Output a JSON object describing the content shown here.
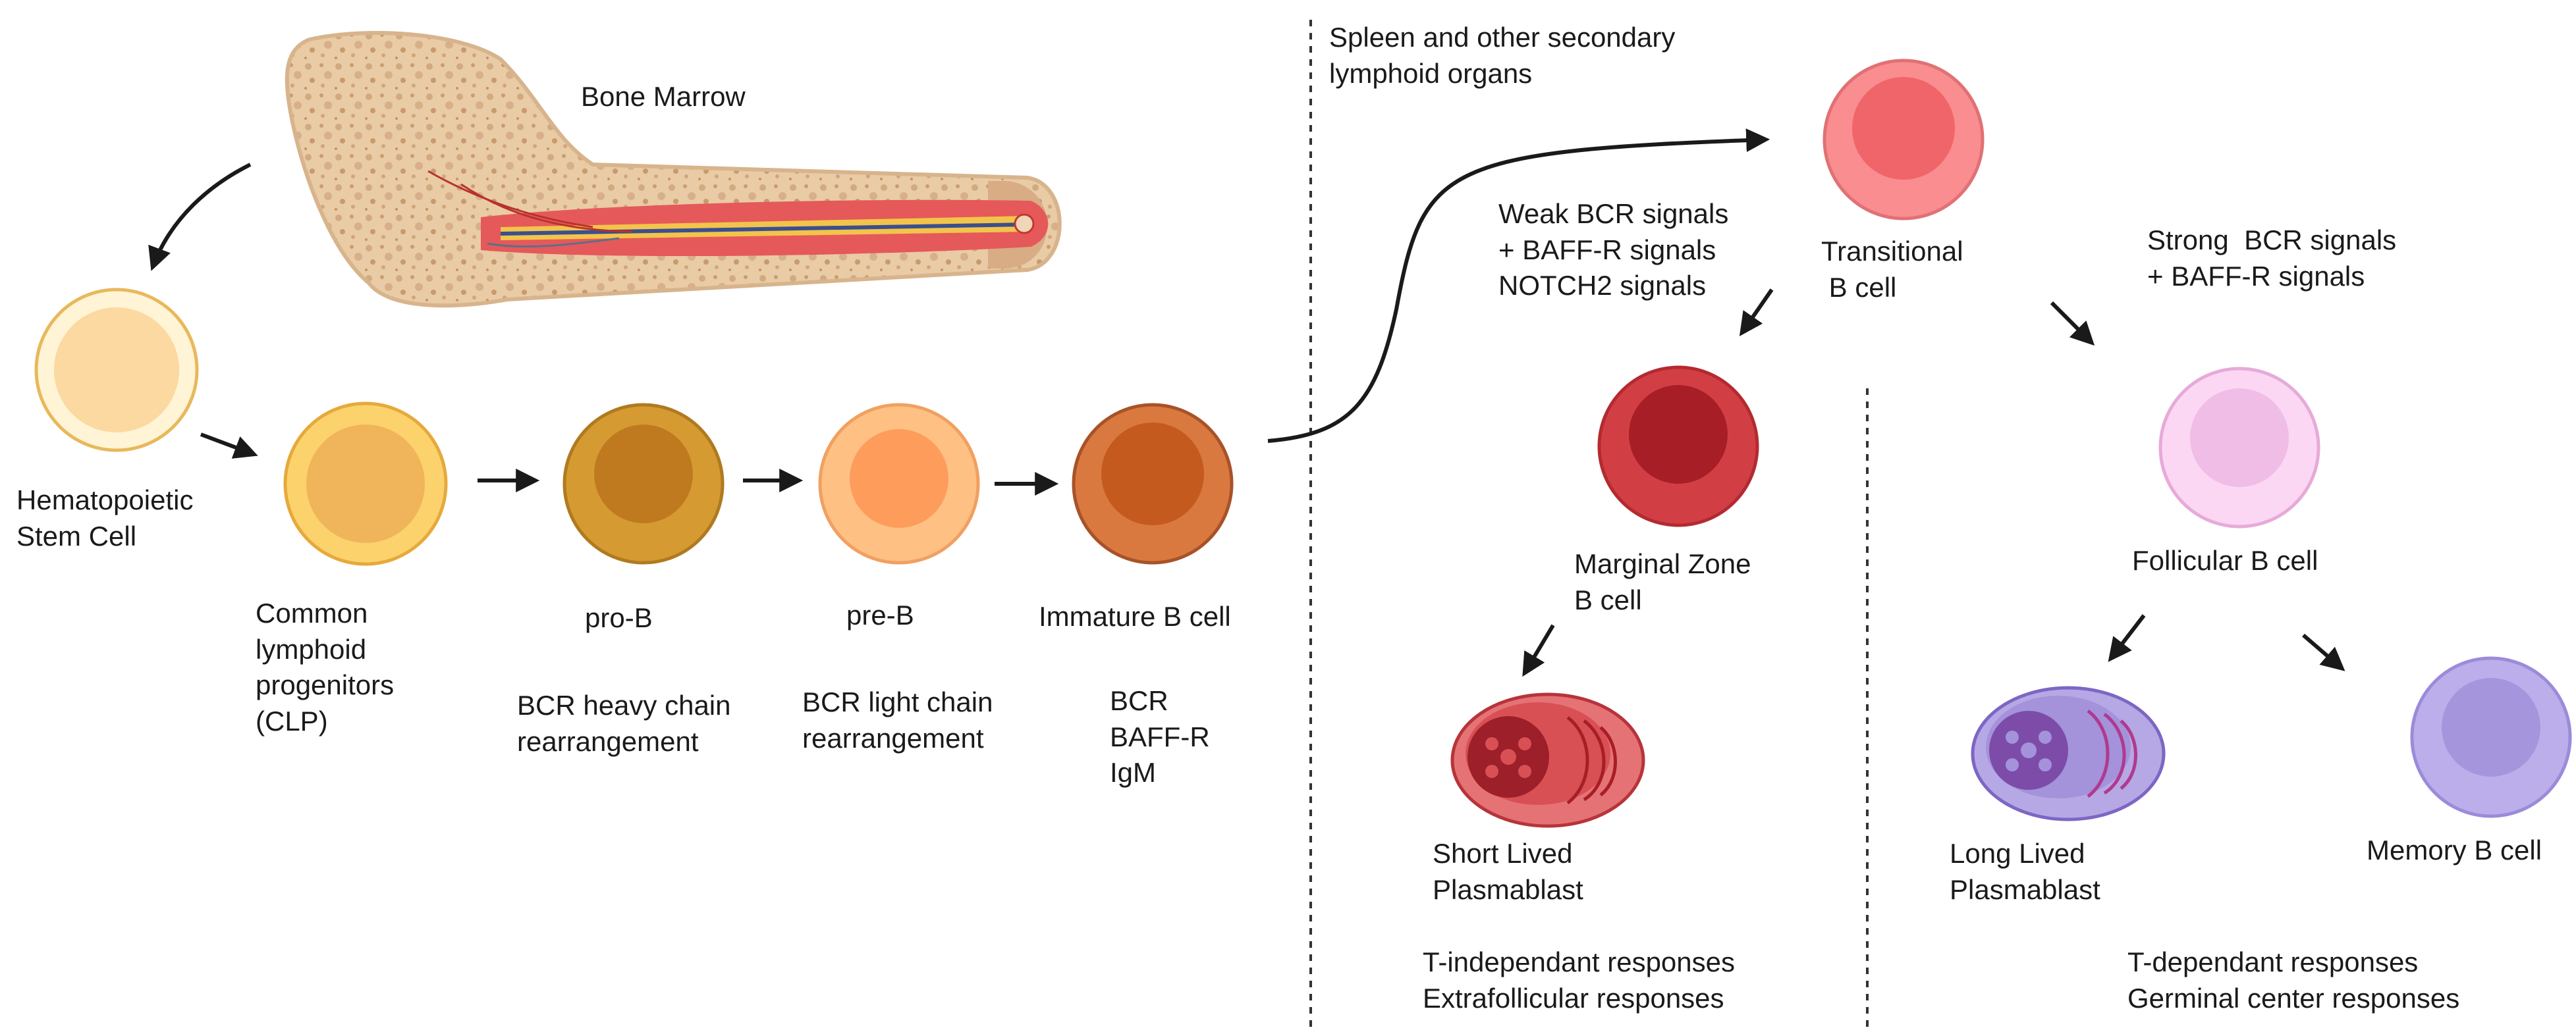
{
  "labels": {
    "bone_marrow": "Bone Marrow",
    "spleen": [
      "Spleen and other secondary",
      "lymphoid organs"
    ],
    "hsc": [
      "Hematopoietic",
      "Stem Cell"
    ],
    "clp": [
      "Common",
      "lymphoid",
      "progenitors",
      "(CLP)"
    ],
    "pro_b": "pro-B",
    "pre_b": "pre-B",
    "immature_b": "Immature B cell",
    "bcr_heavy": [
      "BCR heavy chain",
      "rearrangement"
    ],
    "bcr_light": [
      "BCR light chain",
      "rearrangement"
    ],
    "receptors": [
      "BCR",
      "BAFF-R",
      "IgM"
    ],
    "weak_signals": [
      "Weak  BCR signals",
      "+ BAFF-R signals",
      "NOTCH2 signals"
    ],
    "transitional": [
      "Transitional",
      " B cell"
    ],
    "strong_signals": [
      "Strong  BCR signals",
      "+ BAFF-R signals"
    ],
    "marginal_zone": [
      "Marginal Zone",
      "B cell"
    ],
    "follicular": "Follicular B cell",
    "short_lived": [
      "Short Lived",
      "Plasmablast"
    ],
    "long_lived": [
      "Long Lived",
      "Plasmablast"
    ],
    "memory": "Memory B cell",
    "t_independent": [
      "T-independant responses",
      "Extrafollicular responses"
    ],
    "t_dependent": [
      "T-dependant responses",
      "Germinal center responses"
    ]
  },
  "colors": {
    "hsc": "#fbe7b5",
    "clp": "#f3b94b",
    "pro_b": "#d3952c",
    "pre_b": "#fdb877",
    "immature_b": "#d6773c",
    "transitional": "#f88b8d",
    "marginal_zone": "#cf3a40",
    "follicular": "#f8cdf0",
    "memory": "#b7a6ea",
    "short_lived": "#d94a4c",
    "long_lived": "#a999dc",
    "bone": "#e8c9a5",
    "arrow": "#1a1a1a"
  }
}
